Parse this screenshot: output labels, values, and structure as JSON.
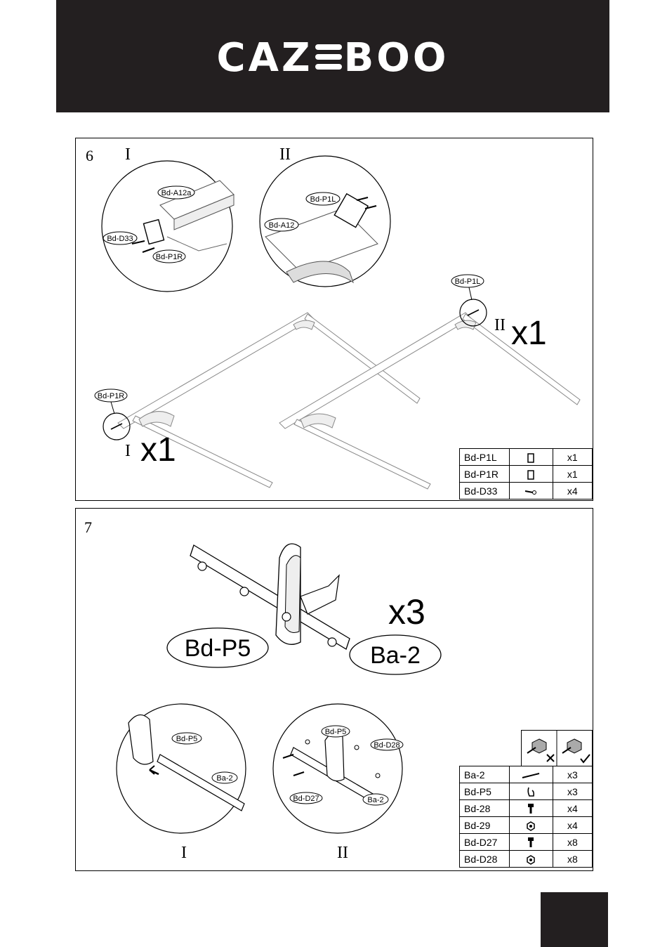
{
  "brand": {
    "part1": "CAZ",
    "part2": "BOO"
  },
  "step6": {
    "number": "6",
    "detail_i_label": "I",
    "detail_ii_label": "II",
    "callouts": {
      "bd_a12a": "Bd-A12a",
      "bd_d33": "Bd-D33",
      "bd_p1r": "Bd-P1R",
      "bd_p1l": "Bd-P1L",
      "bd_a12": "Bd-A12"
    },
    "main_marker_i": "I",
    "main_marker_ii": "II",
    "qty_i": "x1",
    "qty_ii": "x1",
    "parts": [
      {
        "code": "Bd-P1L",
        "icon": "plate-icon",
        "qty": "x1"
      },
      {
        "code": "Bd-P1R",
        "icon": "plate-icon",
        "qty": "x1"
      },
      {
        "code": "Bd-D33",
        "icon": "screw-icon",
        "qty": "x4"
      }
    ]
  },
  "step7": {
    "number": "7",
    "callouts": {
      "bd_p5": "Bd-P5",
      "ba_2": "Ba-2",
      "bd_d28": "Bd-D28",
      "bd_d27": "Bd-D27"
    },
    "qty_main": "x3",
    "detail_i_label": "I",
    "detail_ii_label": "II",
    "warning_icons": [
      "bolt-nut-cross-icon",
      "bolt-nut-check-icon"
    ],
    "parts": [
      {
        "code": "Ba-2",
        "icon": "bar-icon",
        "qty": "x3"
      },
      {
        "code": "Bd-P5",
        "icon": "bracket-icon",
        "qty": "x3"
      },
      {
        "code": "Bd-28",
        "icon": "bolt-icon",
        "qty": "x4"
      },
      {
        "code": "Bd-29",
        "icon": "nut-icon",
        "qty": "x4"
      },
      {
        "code": "Bd-D27",
        "icon": "bolt-icon",
        "qty": "x8"
      },
      {
        "code": "Bd-D28",
        "icon": "nut-icon",
        "qty": "x8"
      }
    ]
  }
}
